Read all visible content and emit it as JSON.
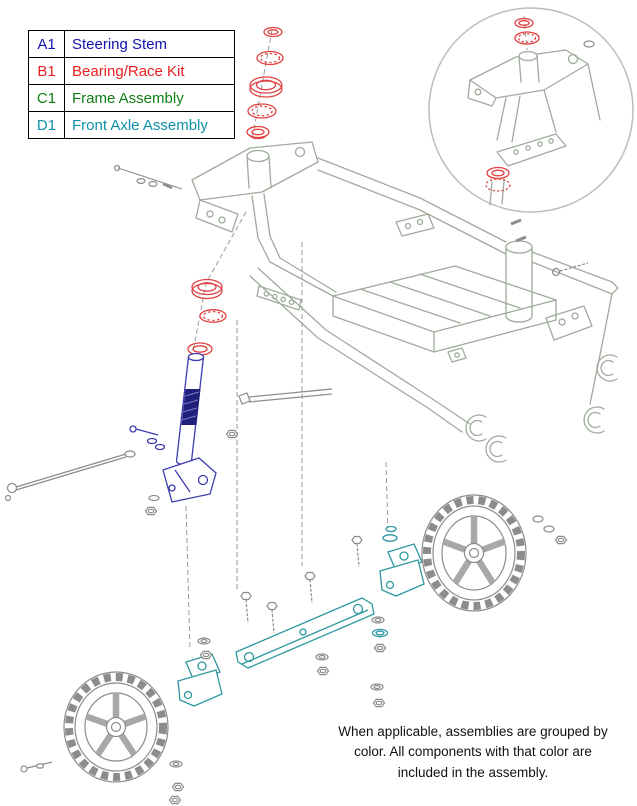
{
  "legend": {
    "rows": [
      {
        "code": "A1",
        "label": "Steering Stem",
        "text_color": "#1111b0"
      },
      {
        "code": "B1",
        "label": "Bearing/Race Kit",
        "text_color": "#e82020"
      },
      {
        "code": "C1",
        "label": "Frame Assembly",
        "text_color": "#0e7e14"
      },
      {
        "code": "D1",
        "label": "Front Axle Assembly",
        "text_color": "#1090a8"
      }
    ]
  },
  "note": {
    "text": "When applicable, assemblies are grouped by color. All components with that color are included in the assembly."
  },
  "diagram": {
    "assemblies": [
      {
        "id": "A1",
        "name": "Steering Stem",
        "color": "#3c3cae"
      },
      {
        "id": "B1",
        "name": "Bearing/Race Kit",
        "color": "#e04040"
      },
      {
        "id": "C1",
        "name": "Frame Assembly",
        "color": "#9fab9c"
      },
      {
        "id": "D1",
        "name": "Front Axle Assembly",
        "color": "#2e98a0"
      }
    ],
    "hardware_color": "#8c8c8c",
    "wheel_color": "#8c8c8c"
  }
}
